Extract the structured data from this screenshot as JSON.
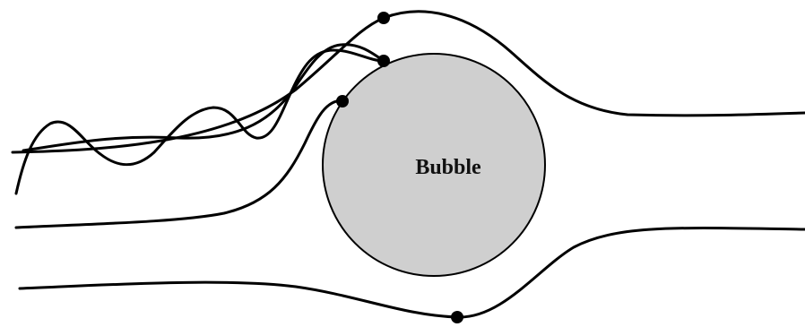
{
  "bubble": {
    "label": "Bubble",
    "fill_color": "#cfcfcf",
    "stroke_color": "#000000"
  },
  "trajectories": [
    {
      "id": "upper-streamline",
      "marker_count": 1
    },
    {
      "id": "wavy-trajectory-captured",
      "marker_count": 1
    },
    {
      "id": "wavy-trajectory-crossing",
      "marker_count": 0
    },
    {
      "id": "captured-streamline",
      "marker_count": 1
    },
    {
      "id": "lower-streamline",
      "marker_count": 1
    }
  ],
  "colors": {
    "line": "#000000",
    "background": "#ffffff"
  }
}
